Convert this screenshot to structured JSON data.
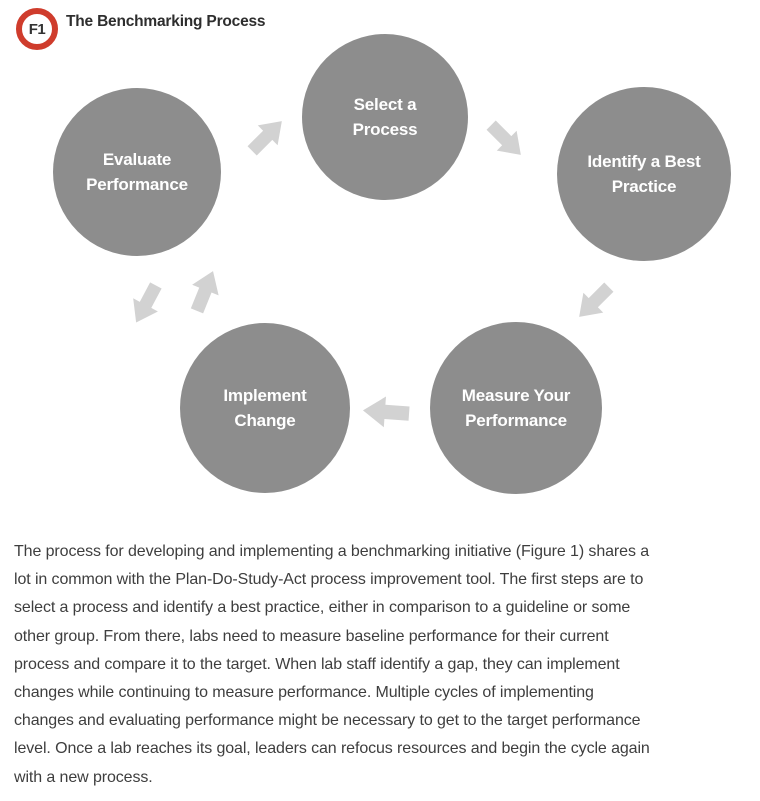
{
  "figure": {
    "badge": "F1",
    "badge_ring_color": "#cf3c2c",
    "title": "The Benchmarking Process"
  },
  "diagram": {
    "type": "cycle",
    "colors": {
      "node_fill": "#8d8d8d",
      "node_text": "#ffffff",
      "arrow_fill": "#d2d2d2"
    },
    "nodes": [
      {
        "id": "select-process",
        "lines": [
          "Select a",
          "Process"
        ]
      },
      {
        "id": "identify-best-practice",
        "lines": [
          "Identify a Best",
          "Practice"
        ]
      },
      {
        "id": "measure-performance",
        "lines": [
          "Measure Your",
          "Performance"
        ]
      },
      {
        "id": "implement-change",
        "lines": [
          "Implement",
          "Change"
        ]
      },
      {
        "id": "evaluate-performance",
        "lines": [
          "Evaluate",
          "Performance"
        ]
      }
    ],
    "connections": [
      {
        "from": "evaluate-performance",
        "to": "select-process",
        "direction": "up-right"
      },
      {
        "from": "select-process",
        "to": "identify-best-practice",
        "direction": "down-right"
      },
      {
        "from": "identify-best-practice",
        "to": "measure-performance",
        "direction": "down-left"
      },
      {
        "from": "measure-performance",
        "to": "implement-change",
        "direction": "left"
      },
      {
        "from": "implement-change",
        "to": "evaluate-performance",
        "direction": "up"
      },
      {
        "from": "evaluate-performance",
        "to": "implement-change",
        "direction": "down-left"
      }
    ]
  },
  "article": {
    "lines": [
      "The process for developing and implementing a benchmarking initiative (Figure 1) shares a",
      "lot in common with the Plan-Do-Study-Act process improvement tool. The first steps are to",
      "select a process and identify a best practice, either in comparison to a guideline or some",
      "other group. From there, labs need to measure baseline performance for their current",
      "process and compare it to the target. When lab staff identify a gap, they can implement",
      "changes while continuing to measure performance. Multiple cycles of implementing",
      "changes and evaluating performance might be necessary to get to the target performance",
      "level. Once a lab reaches its goal, leaders can refocus resources and begin the cycle again",
      "with a new process."
    ]
  }
}
